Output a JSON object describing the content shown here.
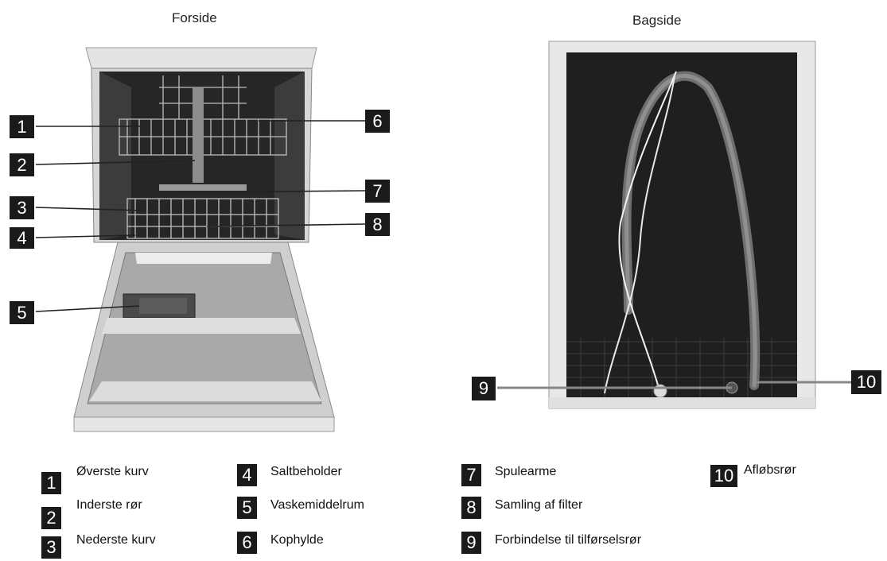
{
  "titles": {
    "front": "Forside",
    "back": "Bagside"
  },
  "callouts": {
    "front": [
      "1",
      "2",
      "3",
      "4",
      "5",
      "6",
      "7",
      "8"
    ],
    "back": [
      "9",
      "10"
    ]
  },
  "legend": [
    {
      "number": "1",
      "label": "Øverste kurv"
    },
    {
      "number": "2",
      "label": "Inderste rør"
    },
    {
      "number": "3",
      "label": "Nederste kurv"
    },
    {
      "number": "4",
      "label": "Saltbeholder"
    },
    {
      "number": "5",
      "label": "Vaskemiddelrum"
    },
    {
      "number": "6",
      "label": "Kophylde"
    },
    {
      "number": "7",
      "label": "Spulearme"
    },
    {
      "number": "8",
      "label": "Samling af filter"
    },
    {
      "number": "9",
      "label": "Forbindelse til tilførselsrør"
    },
    {
      "number": "10",
      "label": "Afløbsrør"
    }
  ]
}
